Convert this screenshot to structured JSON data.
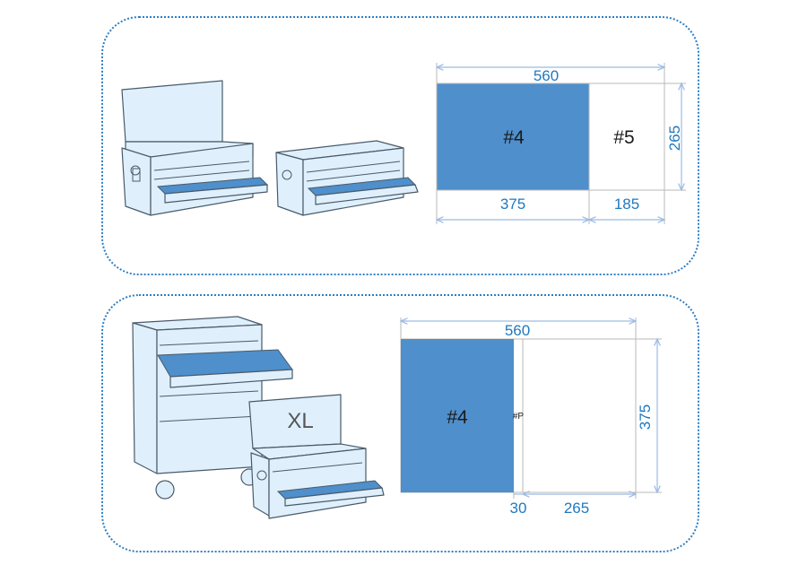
{
  "colors": {
    "layout_fill": "#4f8fcb",
    "dimension_text": "#1f78bf",
    "dimension_line": "#9bbbe6",
    "product_fill": "#dff0fc"
  },
  "top_layout": {
    "total_width": "560",
    "height": "265",
    "left_width": "375",
    "right_width": "185",
    "left_label": "#4",
    "right_label": "#5"
  },
  "bottom_layout": {
    "total_width": "560",
    "height": "375",
    "gap_width": "30",
    "right_width": "265",
    "left_label": "#4",
    "gap_label": "#P"
  },
  "bottom_products": {
    "xl_label": "XL"
  }
}
